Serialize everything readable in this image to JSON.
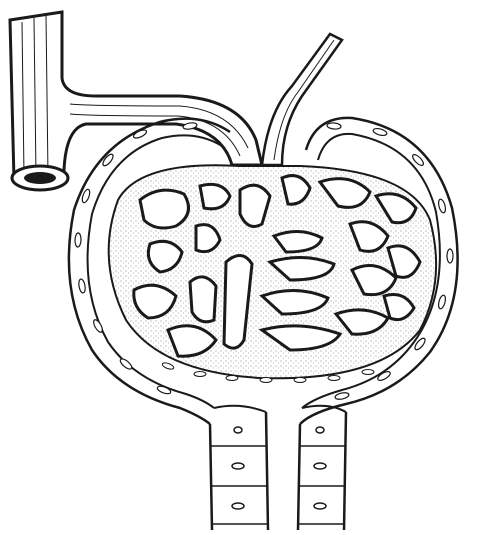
{
  "figure": {
    "style": "black ink engraving on white",
    "colors": {
      "ink": "#1a1a1a",
      "paper": "#ffffff",
      "stipple": "#9a9a9a"
    },
    "parts": [
      "afferent-vessel",
      "efferent-vessel",
      "glomerular-capillary-tuft",
      "bowman-capsule-outer-wall",
      "bowman-capsule-inner-wall",
      "proximal-tubule"
    ]
  }
}
